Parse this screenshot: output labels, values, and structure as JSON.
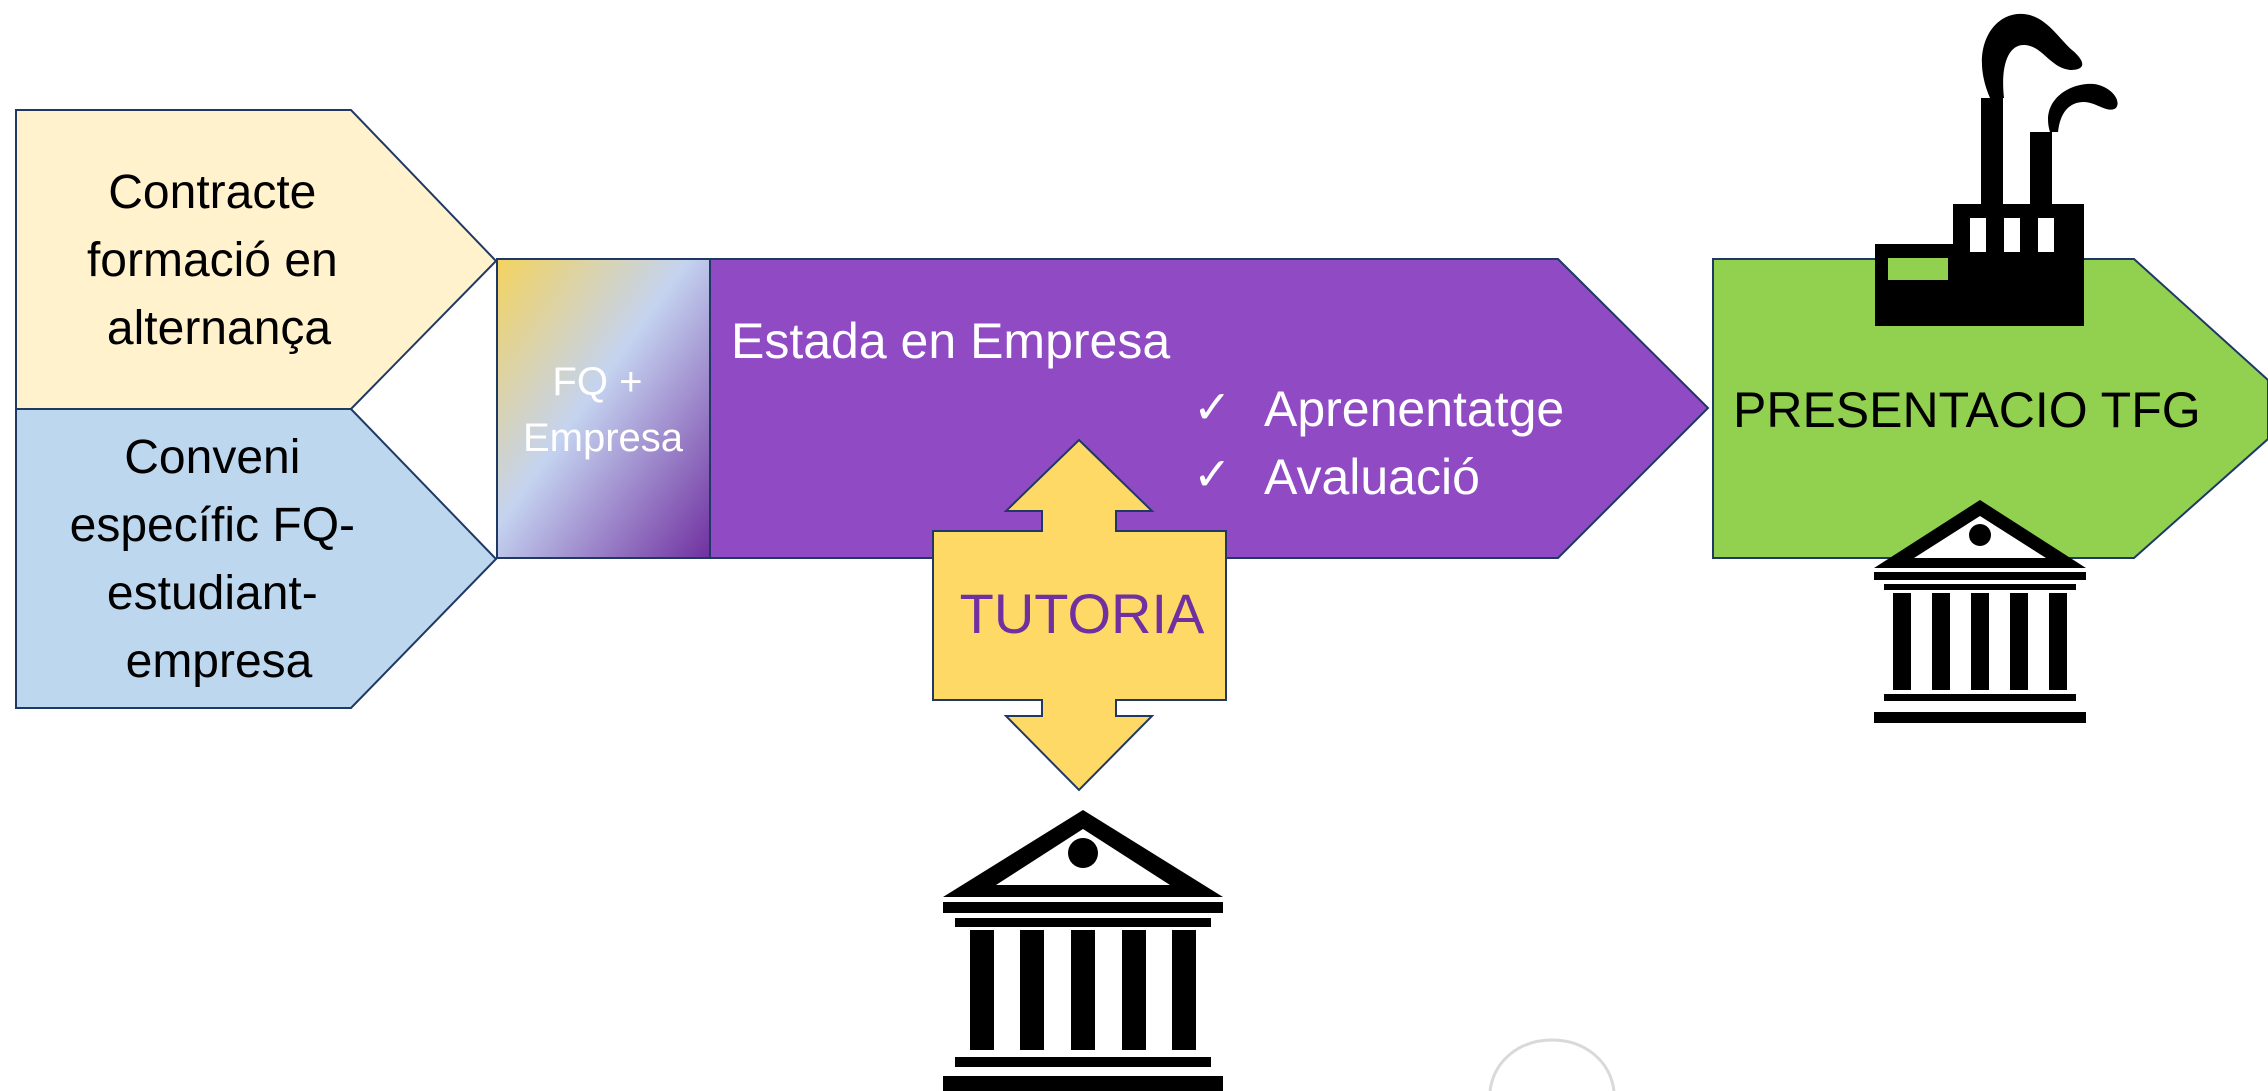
{
  "contract_box": {
    "lines": [
      "Contracte",
      "formació en",
      "alternança"
    ]
  },
  "agreement_box": {
    "lines": [
      "Conveni",
      "específic FQ-",
      "estudiant-",
      "empresa"
    ]
  },
  "fq_box": {
    "lines": [
      "FQ +",
      "Empresa"
    ]
  },
  "stay_arrow": {
    "title": "Estada en Empresa",
    "checks": [
      "Aprenentatge",
      "Avaluació"
    ],
    "check_symbol": "✓"
  },
  "tutoria": {
    "label": "TUTORIA"
  },
  "presentation_arrow": {
    "label": "PRESENTACIO TFG"
  },
  "colors": {
    "contract_fill": "#fff2cc",
    "agreement_fill": "#bdd7ee",
    "stay_fill": "#8f4ac4",
    "tutoria_fill": "#ffd966",
    "tutoria_text": "#7030a0",
    "presentation_fill": "#92d050",
    "outline": "#1f3864",
    "icon": "#000000"
  },
  "icons": {
    "factory": "factory-icon",
    "university_top": "university-icon",
    "university_bottom": "university-icon"
  }
}
